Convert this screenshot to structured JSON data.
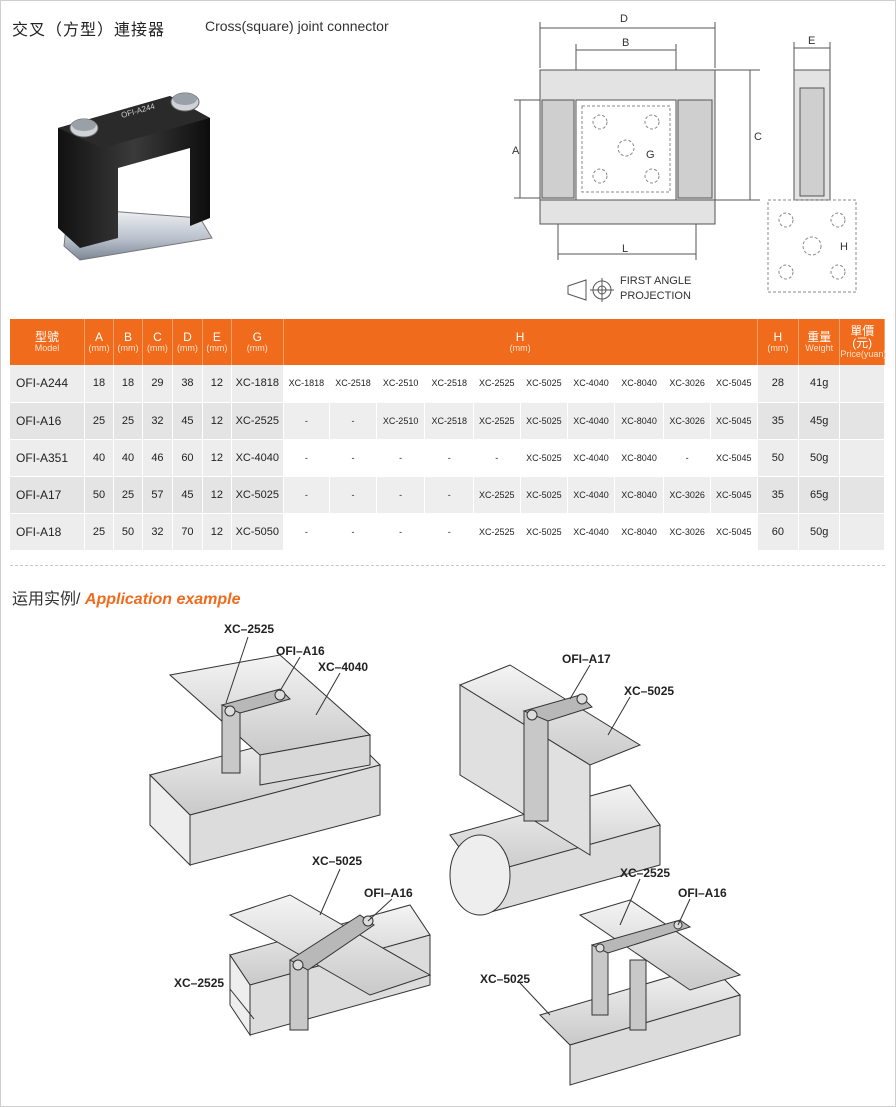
{
  "header": {
    "title_zh": "交叉（方型）連接器",
    "title_en": "Cross(square) joint connector"
  },
  "product": {
    "engraving": "OFI-A244"
  },
  "drawing": {
    "dim_d": "D",
    "dim_b": "B",
    "dim_e": "E",
    "dim_a": "A",
    "dim_c": "C",
    "dim_g": "G",
    "dim_l": "L",
    "dim_h": "H",
    "projection_line1": "FIRST ANGLE",
    "projection_line2": "PROJECTION"
  },
  "table": {
    "headers": {
      "model_zh": "型號",
      "model_en": "Model",
      "a": "A",
      "b": "B",
      "c": "C",
      "d": "D",
      "e": "E",
      "g": "G",
      "h": "H",
      "h2": "H",
      "weight_zh": "重量",
      "weight_en": "Weight",
      "price_zh": "單價(元)",
      "price_en": "Price(yuan)",
      "unit": "(mm)"
    },
    "rows": [
      {
        "model": "OFI-A244",
        "a": "18",
        "b": "18",
        "c": "29",
        "d": "38",
        "e": "12",
        "g": "XC-1818",
        "h": [
          "XC-1818",
          "XC-2518",
          "XC-2510",
          "XC-2518",
          "XC-2525",
          "XC-5025",
          "XC-4040",
          "XC-8040",
          "XC-3026",
          "XC-5045"
        ],
        "h2": "28",
        "weight": "41g",
        "price": ""
      },
      {
        "model": "OFI-A16",
        "a": "25",
        "b": "25",
        "c": "32",
        "d": "45",
        "e": "12",
        "g": "XC-2525",
        "h": [
          "-",
          "-",
          "XC-2510",
          "XC-2518",
          "XC-2525",
          "XC-5025",
          "XC-4040",
          "XC-8040",
          "XC-3026",
          "XC-5045"
        ],
        "h2": "35",
        "weight": "45g",
        "price": ""
      },
      {
        "model": "OFI-A351",
        "a": "40",
        "b": "40",
        "c": "46",
        "d": "60",
        "e": "12",
        "g": "XC-4040",
        "h": [
          "-",
          "-",
          "-",
          "-",
          "-",
          "XC-5025",
          "XC-4040",
          "XC-8040",
          "-",
          "XC-5045"
        ],
        "h2": "50",
        "weight": "50g",
        "price": ""
      },
      {
        "model": "OFI-A17",
        "a": "50",
        "b": "25",
        "c": "57",
        "d": "45",
        "e": "12",
        "g": "XC-5025",
        "h": [
          "-",
          "-",
          "-",
          "-",
          "XC-2525",
          "XC-5025",
          "XC-4040",
          "XC-8040",
          "XC-3026",
          "XC-5045"
        ],
        "h2": "35",
        "weight": "65g",
        "price": ""
      },
      {
        "model": "OFI-A18",
        "a": "25",
        "b": "50",
        "c": "32",
        "d": "70",
        "e": "12",
        "g": "XC-5050",
        "h": [
          "-",
          "-",
          "-",
          "-",
          "XC-2525",
          "XC-5025",
          "XC-4040",
          "XC-8040",
          "XC-3026",
          "XC-5045"
        ],
        "h2": "60",
        "weight": "50g",
        "price": ""
      }
    ]
  },
  "application": {
    "title_zh": "运用实例/ ",
    "title_en": "Application example",
    "labels": {
      "tl_a": "XC–2525",
      "tl_b": "OFI–A16",
      "tl_c": "XC–4040",
      "tr_a": "OFI–A17",
      "tr_b": "XC–5025",
      "bl_a": "XC–5025",
      "bl_b": "OFI–A16",
      "bl_c": "XC–2525",
      "br_a": "XC–2525",
      "br_b": "OFI–A16",
      "br_c": "XC–5025"
    }
  }
}
